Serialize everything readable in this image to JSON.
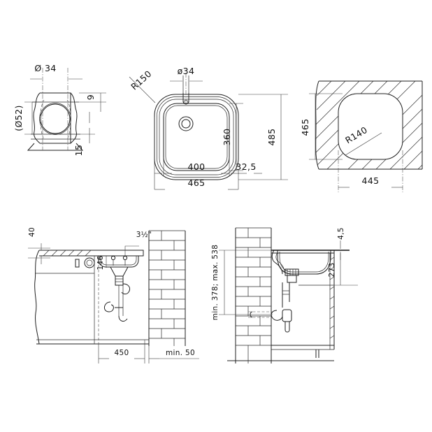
{
  "drawing": {
    "title": "Kitchen sink installation technical drawing",
    "background_color": "#ffffff",
    "line_color": "#1f1f1f",
    "units": "mm"
  },
  "views": {
    "top_left": {
      "name": "waste-outlet-detail",
      "labels": {
        "hole_dia": "Ø 34",
        "flange_dia": "(Ø52)",
        "height_9": "9",
        "height_15": "15"
      }
    },
    "top_center": {
      "name": "sink-plan-view",
      "labels": {
        "corner_radius": "R150",
        "tap_hole_dia": "ø34",
        "bowl_width": "400",
        "overall_width": "465",
        "edge_offset": "32,5",
        "bowl_depth": "360",
        "overall_depth": "485"
      }
    },
    "top_right": {
      "name": "cutout-detail",
      "labels": {
        "cutout_radius": "R140",
        "cutout_height": "465",
        "cutout_width": "445"
      }
    },
    "bottom_left": {
      "name": "front-section-view",
      "labels": {
        "worktop_thickness": "40",
        "bowl_depth_146": "146",
        "waste_thread": "3½\"",
        "cabinet_width": "450",
        "wall_clearance": "min. 50"
      }
    },
    "bottom_right": {
      "name": "side-section-view",
      "labels": {
        "trap_height_range": "min. 378; max. 538",
        "overhang": "4,5",
        "bowl_bottom_height": "273"
      }
    }
  }
}
